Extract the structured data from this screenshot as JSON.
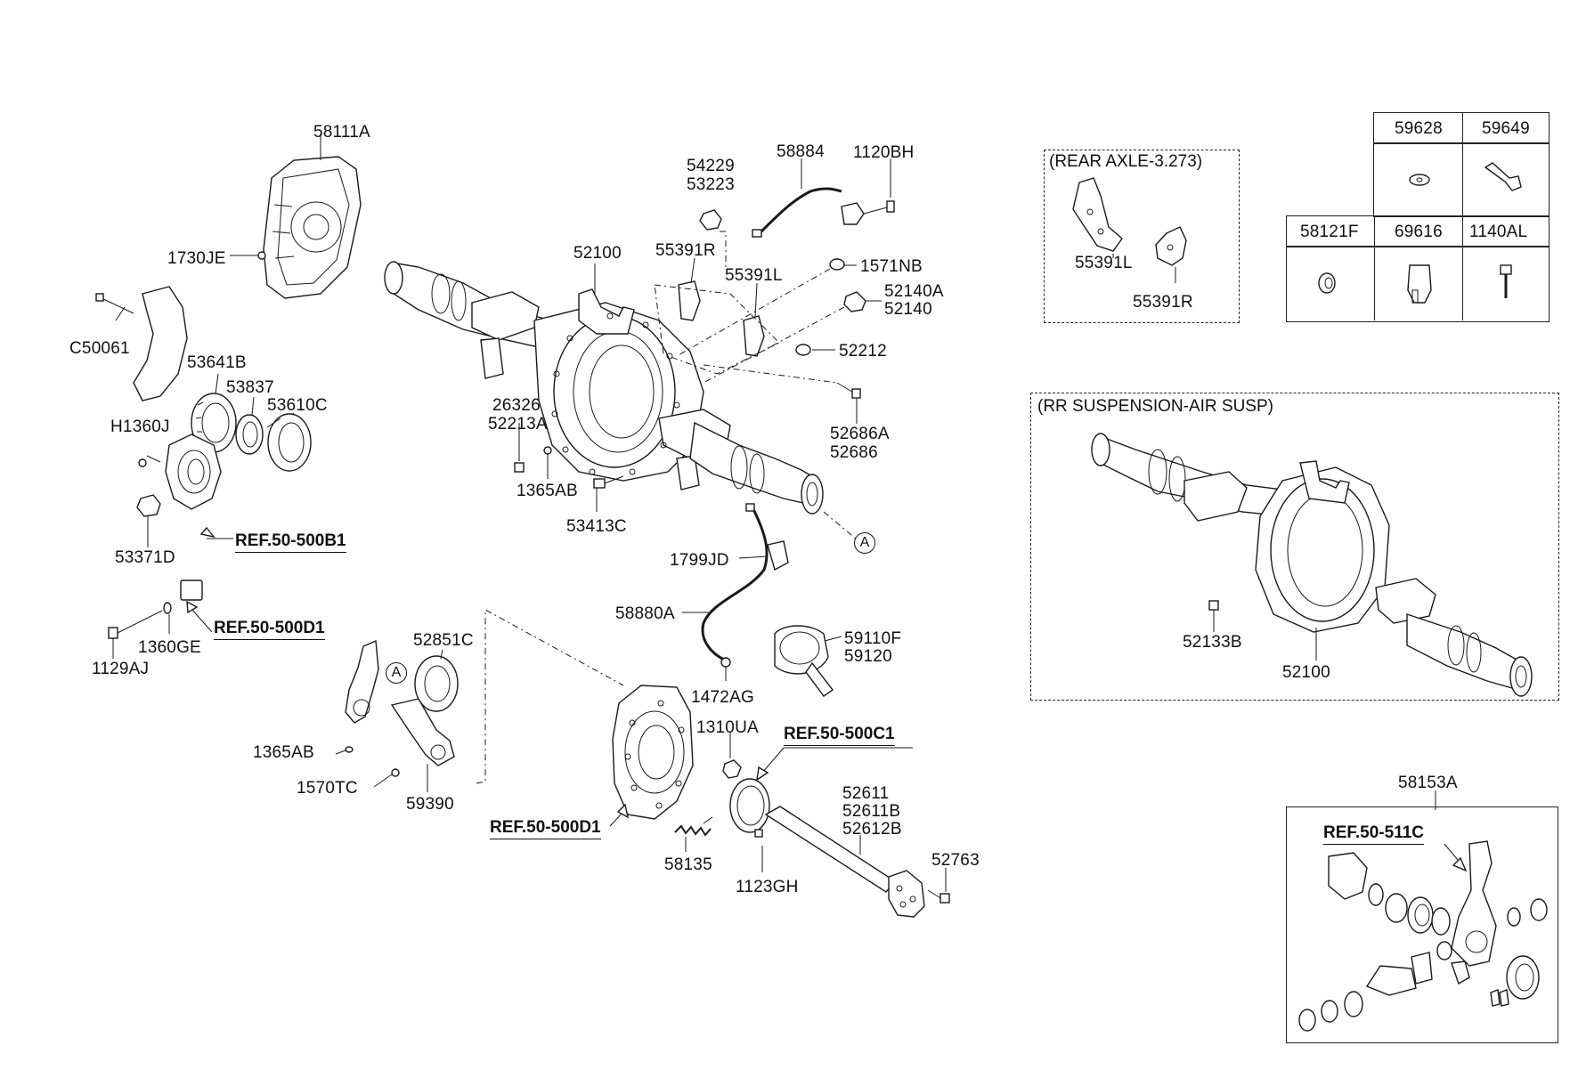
{
  "diagram": {
    "main_labels": [
      {
        "id": "58111a",
        "text": "58111A"
      },
      {
        "id": "1730je",
        "text": "1730JE"
      },
      {
        "id": "c50061",
        "text": "C50061"
      },
      {
        "id": "53641b",
        "text": "53641B"
      },
      {
        "id": "53837",
        "text": "53837"
      },
      {
        "id": "53610c",
        "text": "53610C"
      },
      {
        "id": "h1360j",
        "text": "H1360J"
      },
      {
        "id": "53371d",
        "text": "53371D"
      },
      {
        "id": "1360ge",
        "text": "1360GE"
      },
      {
        "id": "1129aj",
        "text": "1129AJ"
      },
      {
        "id": "52851c",
        "text": "52851C"
      },
      {
        "id": "1365ab_b",
        "text": "1365AB"
      },
      {
        "id": "1570tc",
        "text": "1570TC"
      },
      {
        "id": "59390",
        "text": "59390"
      },
      {
        "id": "54229",
        "text": "54229"
      },
      {
        "id": "53223",
        "text": "53223"
      },
      {
        "id": "58884",
        "text": "58884"
      },
      {
        "id": "1120bh",
        "text": "1120BH"
      },
      {
        "id": "52100",
        "text": "52100"
      },
      {
        "id": "55391r",
        "text": "55391R"
      },
      {
        "id": "55391l",
        "text": "55391L"
      },
      {
        "id": "1571nb",
        "text": "1571NB"
      },
      {
        "id": "52140a",
        "text": "52140A"
      },
      {
        "id": "52140",
        "text": "52140"
      },
      {
        "id": "52212",
        "text": "52212"
      },
      {
        "id": "52686a",
        "text": "52686A"
      },
      {
        "id": "52686",
        "text": "52686"
      },
      {
        "id": "26326",
        "text": "26326"
      },
      {
        "id": "52213a",
        "text": "52213A"
      },
      {
        "id": "1365ab_a",
        "text": "1365AB"
      },
      {
        "id": "53413c",
        "text": "53413C"
      },
      {
        "id": "1799jd",
        "text": "1799JD"
      },
      {
        "id": "58880a",
        "text": "58880A"
      },
      {
        "id": "59110f",
        "text": "59110F"
      },
      {
        "id": "59120",
        "text": "59120"
      },
      {
        "id": "1472ag",
        "text": "1472AG"
      },
      {
        "id": "1310ua",
        "text": "1310UA"
      },
      {
        "id": "52611",
        "text": "52611"
      },
      {
        "id": "52611b",
        "text": "52611B"
      },
      {
        "id": "52612b",
        "text": "52612B"
      },
      {
        "id": "52763",
        "text": "52763"
      },
      {
        "id": "58135",
        "text": "58135"
      },
      {
        "id": "1123gh",
        "text": "1123GH"
      }
    ],
    "references": [
      {
        "id": "b1",
        "text": "REF.50-500B1"
      },
      {
        "id": "d1_a",
        "text": "REF.50-500D1"
      },
      {
        "id": "c1",
        "text": "REF.50-500C1"
      },
      {
        "id": "d1_b",
        "text": "REF.50-500D1"
      },
      {
        "id": "511c",
        "text": "REF.50-511C"
      }
    ],
    "callout_markers": [
      {
        "id": "a1",
        "text": "A"
      },
      {
        "id": "a2",
        "text": "A"
      }
    ],
    "rear_axle_box": {
      "title": "(REAR AXLE-3.273)",
      "labels": [
        {
          "id": "55391l",
          "text": "55391L"
        },
        {
          "id": "55391r",
          "text": "55391R"
        }
      ]
    },
    "parts_grid": {
      "top_row": [
        {
          "id": "59628",
          "text": "59628"
        },
        {
          "id": "59649",
          "text": "59649"
        }
      ],
      "bottom_row": [
        {
          "id": "58121f",
          "text": "58121F"
        },
        {
          "id": "69616",
          "text": "69616"
        },
        {
          "id": "1140al",
          "text": "1140AL"
        }
      ]
    },
    "air_susp_box": {
      "title": "(RR SUSPENSION-AIR SUSP)",
      "labels": [
        {
          "id": "52133b",
          "text": "52133B"
        },
        {
          "id": "52100",
          "text": "52100"
        }
      ]
    },
    "adjuster_box": {
      "title": "58153A",
      "ref": "REF.50-511C"
    }
  }
}
